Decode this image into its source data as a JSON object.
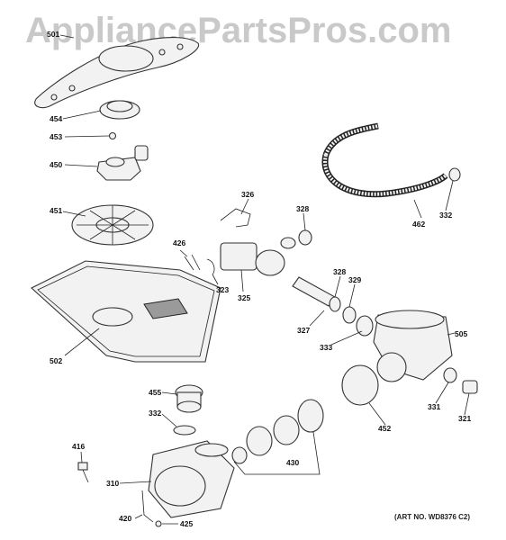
{
  "watermark": "AppliancePartsPros.com",
  "art_number": "(ART NO. WD8376 C2)",
  "callouts": [
    "501",
    "454",
    "453",
    "450",
    "451",
    "502",
    "326",
    "328",
    "426",
    "323",
    "325",
    "328",
    "329",
    "327",
    "333",
    "505",
    "462",
    "332",
    "455",
    "332",
    "416",
    "310",
    "420",
    "425",
    "430",
    "452",
    "331",
    "321"
  ],
  "colors": {
    "watermark": "#c9c9c9",
    "line": "#222222"
  }
}
